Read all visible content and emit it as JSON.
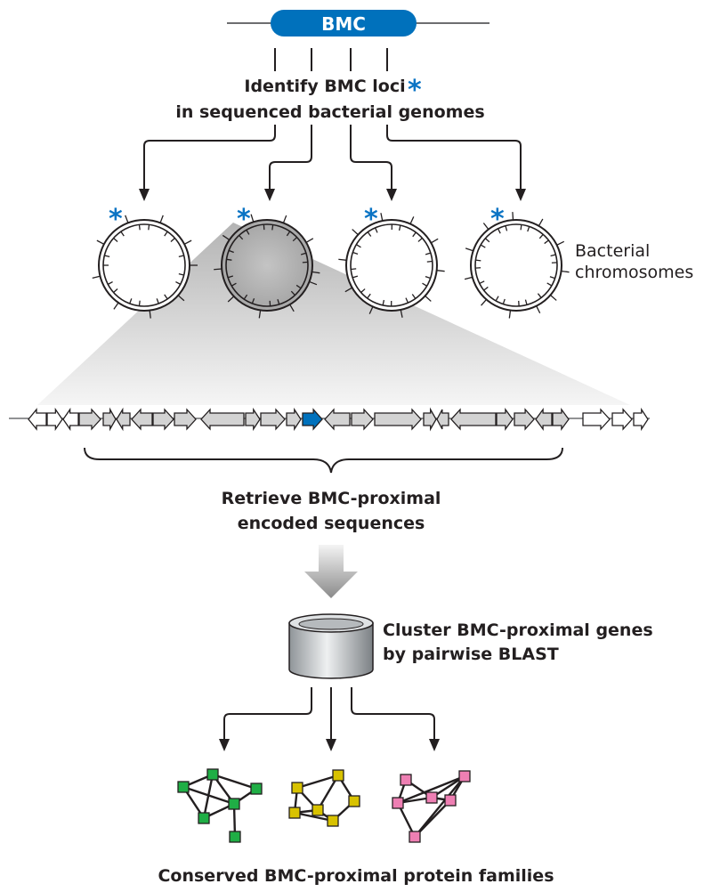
{
  "top_label": "BMC",
  "step1": {
    "line1": "Identify BMC loci",
    "line2": "in sequenced bacterial genomes"
  },
  "chromosomes_label": {
    "line1": "Bacterial",
    "line2": "chromosomes"
  },
  "step2": {
    "line1": "Retrieve BMC-proximal",
    "line2": "encoded sequences"
  },
  "step3": {
    "line1": "Cluster BMC-proximal genes",
    "line2": "by pairwise BLAST"
  },
  "step4": "Conserved BMC-proximal protein families",
  "colors": {
    "bmc_blue": "#0071bc",
    "asterisk_blue": "#0b74c4",
    "ink": "#231f20",
    "gene_gray": "#d3d3d3",
    "family_green": "#1fae45",
    "family_yellow": "#d8c200",
    "family_pink": "#ee7fb3"
  }
}
